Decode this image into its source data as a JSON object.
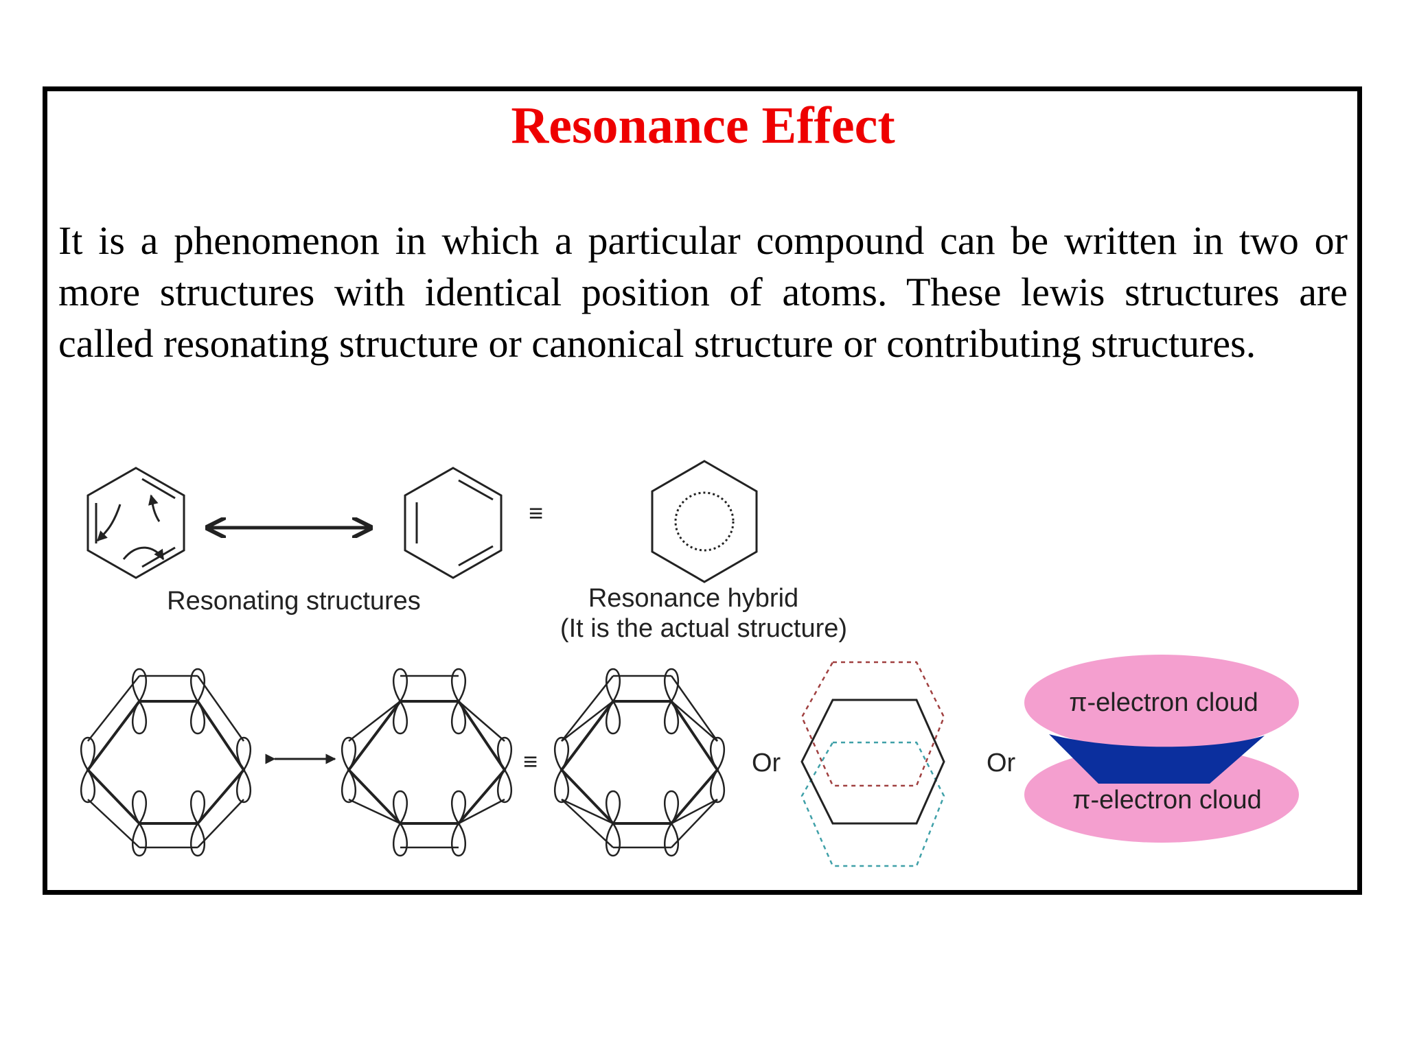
{
  "slide": {
    "title": "Resonance Effect",
    "body": "It is a phenomenon in which a particular compound can be written in two or more structures with identical position of atoms. These lewis structures are called resonating structure or canonical structure or contributing structures."
  },
  "diagram": {
    "resonating_label": "Resonating structures",
    "hybrid_label_line1": "Resonance hybrid",
    "hybrid_label_line2": "(It is the actual structure)",
    "equiv_symbol": "≡",
    "or_label_1": "Or",
    "or_label_2": "Or",
    "cloud_top_label": "π-electron cloud",
    "cloud_bottom_label": "π-electron cloud"
  },
  "colors": {
    "title": "#ee0000",
    "cloud_pink": "#f49fcf",
    "cloud_blue": "#0b2f9e",
    "dashed_red": "#a04040",
    "dashed_teal": "#3fa0a8"
  }
}
